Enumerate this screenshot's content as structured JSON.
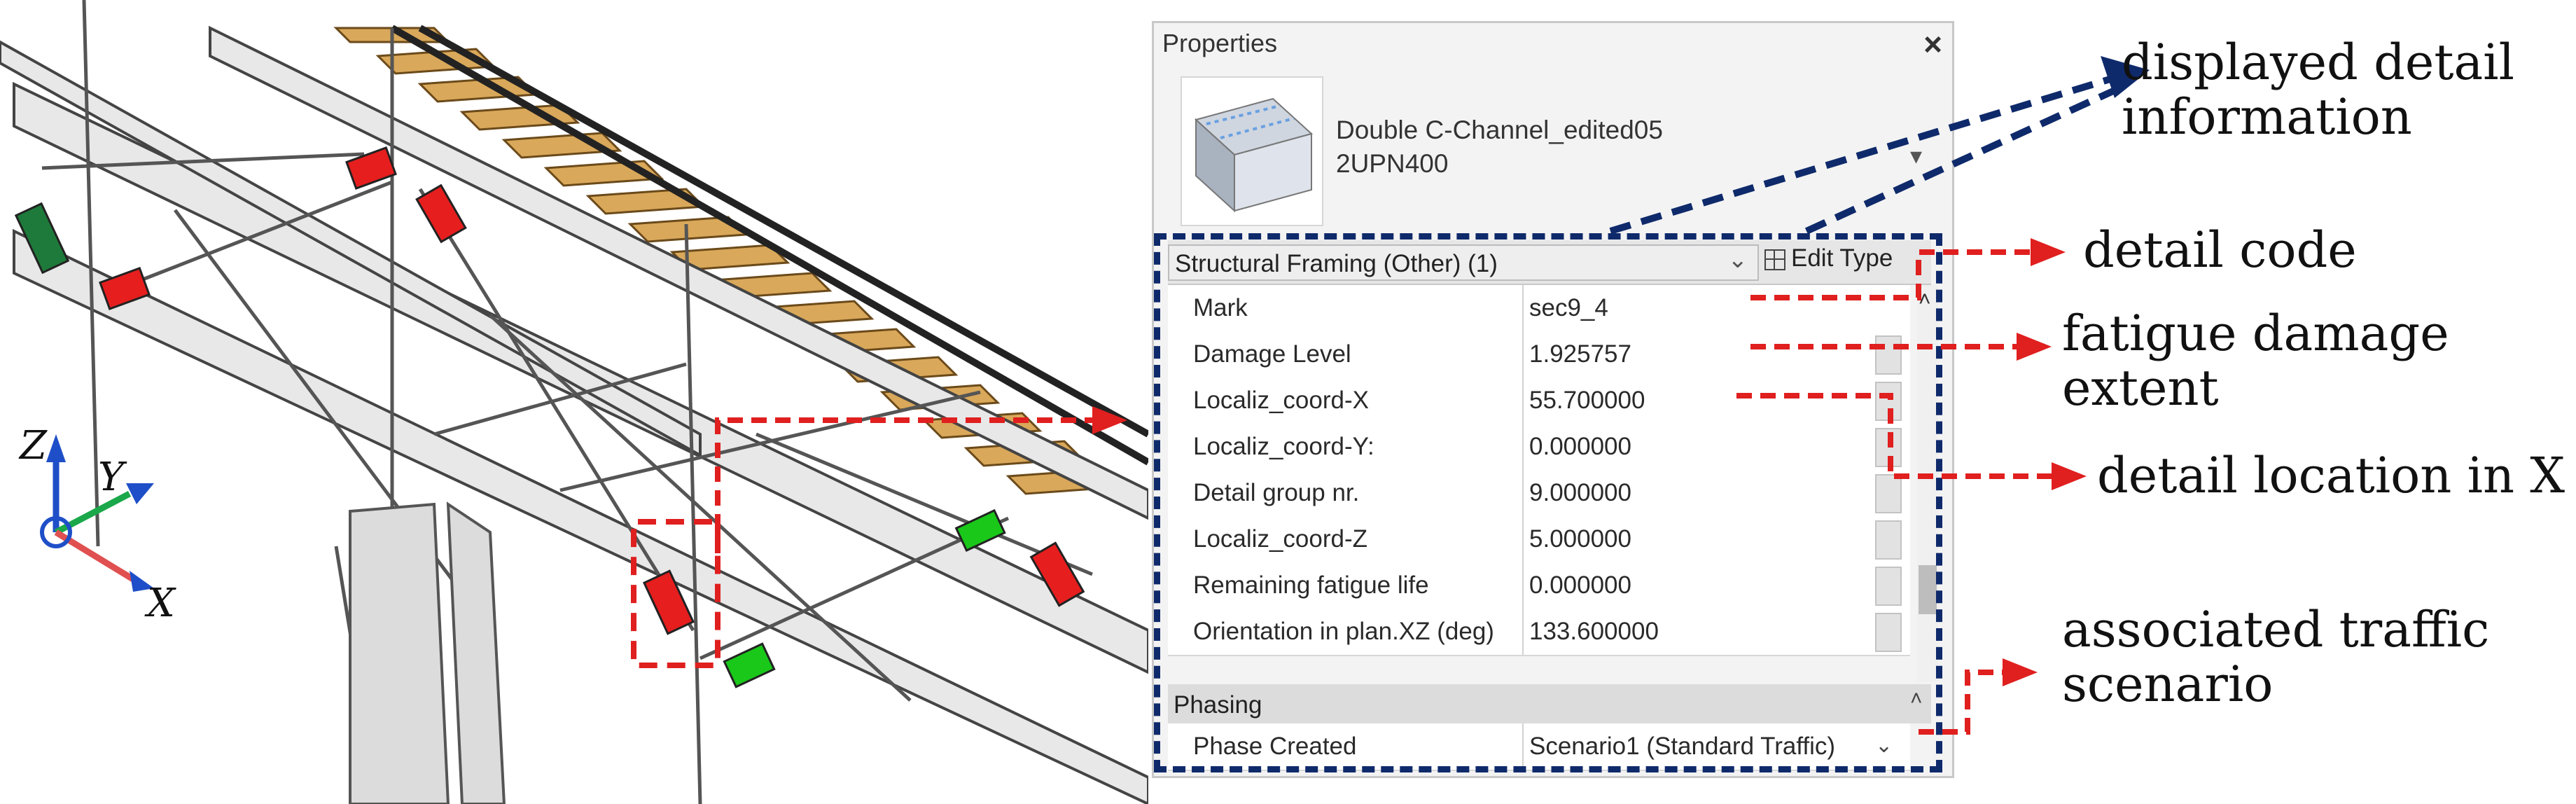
{
  "panel": {
    "title": "Properties",
    "close_icon": "close-icon",
    "type_name": "Double C-Channel_edited05",
    "type_subname": "2UPN400",
    "category": "Structural Framing (Other) (1)",
    "edit_type_label": "Edit Type",
    "rows": [
      {
        "name": "Mark",
        "value": "sec9_4"
      },
      {
        "name": "Damage Level",
        "value": "1.925757"
      },
      {
        "name": "Localiz_coord-X",
        "value": "55.700000"
      },
      {
        "name": "Localiz_coord-Y:",
        "value": "0.000000"
      },
      {
        "name": "Detail group nr.",
        "value": "9.000000"
      },
      {
        "name": "Localiz_coord-Z",
        "value": "5.000000"
      },
      {
        "name": "Remaining fatigue life",
        "value": "0.000000"
      },
      {
        "name": "Orientation in plan.XZ (deg)",
        "value": "133.600000"
      }
    ],
    "phasing": {
      "label": "Phasing",
      "phase_created_name": "Phase Created",
      "phase_created_value": "Scenario1 (Standard Traffic)"
    }
  },
  "annotations": {
    "displayed_detail_1": "displayed detail",
    "displayed_detail_2": "information",
    "detail_code": "detail code",
    "fatigue_1": "fatigue damage",
    "fatigue_2": "extent",
    "location_x": "detail location in X",
    "traffic_1": "associated traffic",
    "traffic_2": "scenario"
  },
  "axes": {
    "z": "Z",
    "y": "Y",
    "x": "X"
  },
  "colors": {
    "highlight_red": "#e61e1e",
    "highlight_green": "#19c819",
    "dark_green": "#1e7a3a",
    "annotation_navy": "#0f2a6b",
    "annotation_red": "#e01f1f",
    "axis_blue": "#1f4fc8",
    "axis_green": "#1aa84a",
    "axis_red": "#e05050"
  }
}
